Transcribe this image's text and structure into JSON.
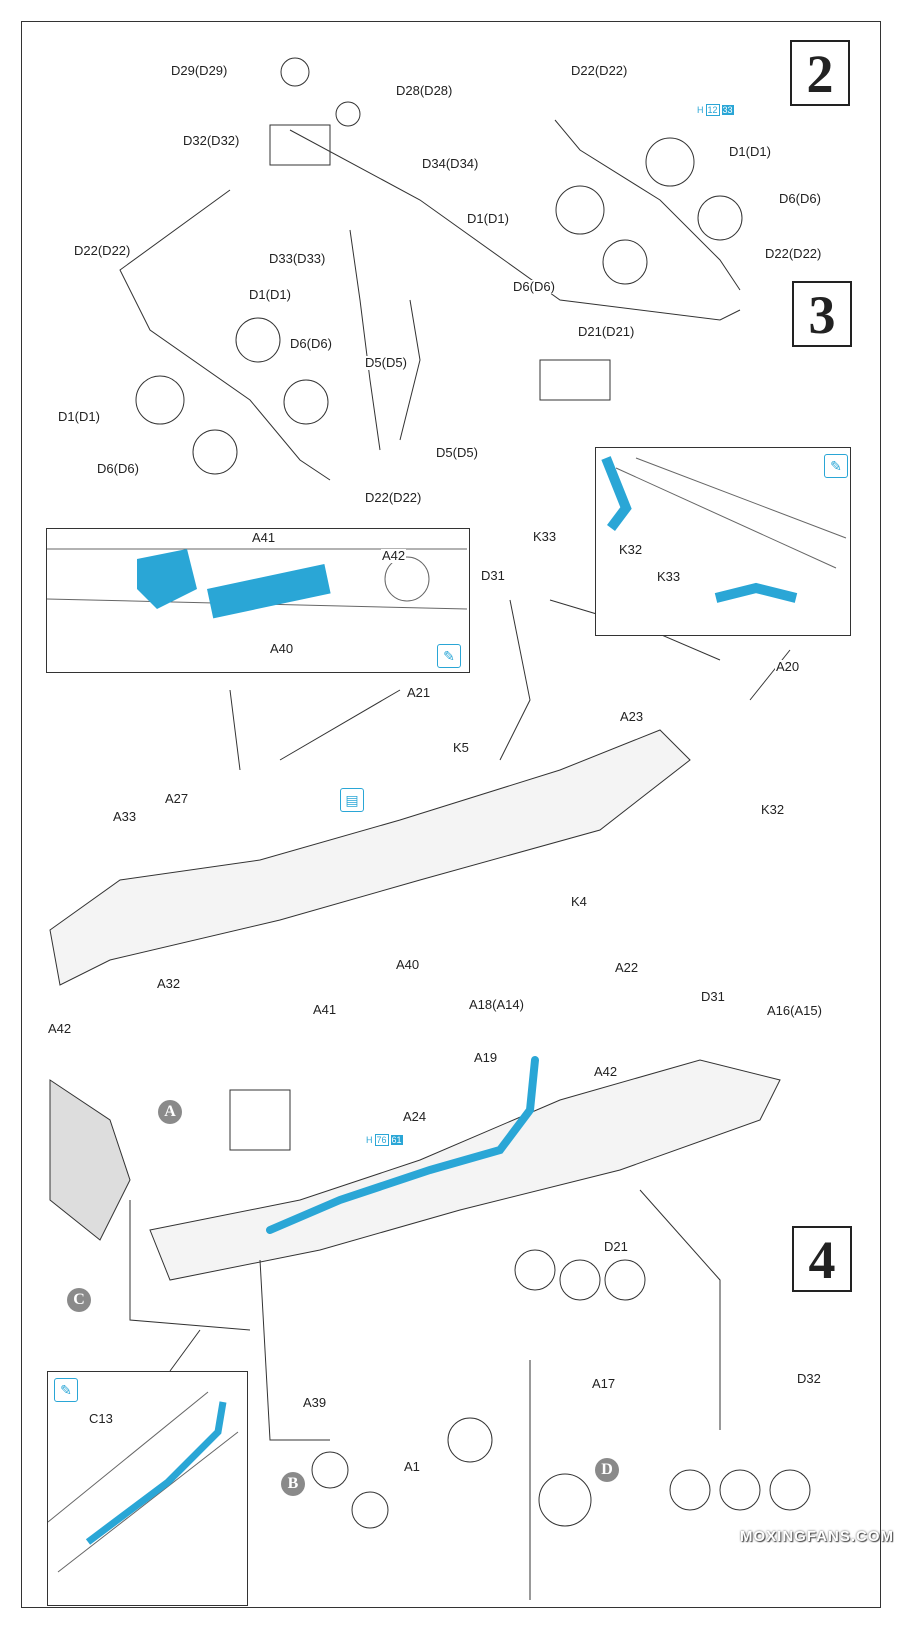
{
  "steps": {
    "s2": "2",
    "s3": "3",
    "s4": "4"
  },
  "step2": {
    "labels": [
      "D29(D29)",
      "D28(D28)",
      "D32(D32)",
      "D34(D34)",
      "D22(D22)",
      "D33(D33)",
      "D1(D1)",
      "D6(D6)",
      "D5(D5)",
      "D1(D1)",
      "D6(D6)",
      "D5(D5)",
      "D22(D22)"
    ]
  },
  "step2b": {
    "labels": [
      "D22(D22)",
      "D1(D1)",
      "D6(D6)",
      "D1(D1)",
      "D22(D22)",
      "D6(D6)",
      "D21(D21)"
    ],
    "paint_ref": {
      "h": "H",
      "n1": "12",
      "n2": "33"
    }
  },
  "step3": {
    "inset_engine": {
      "labels": [
        "A41",
        "A42",
        "A40"
      ]
    },
    "inset_rear": {
      "labels": [
        "K32",
        "K33"
      ]
    },
    "labels": [
      "K33",
      "D31",
      "A20",
      "A21",
      "A23",
      "K5",
      "A27",
      "K32",
      "A33",
      "K4",
      "A22",
      "D31",
      "A16(A15)",
      "A18(A14)",
      "A40",
      "A41",
      "A32",
      "A42"
    ]
  },
  "step4": {
    "labels": [
      "A19",
      "A42",
      "A24",
      "D21",
      "A39",
      "A17",
      "D32",
      "A1"
    ],
    "paint_ref": {
      "h": "H",
      "n1": "76",
      "n2": "61"
    },
    "inset_detail": {
      "labels": [
        "C13"
      ]
    },
    "callouts": [
      "A",
      "B",
      "C",
      "D"
    ]
  },
  "colors": {
    "highlight": "#2aa6d6",
    "line": "#333333",
    "callout": "#8a8a8a"
  },
  "watermark": "MOXINGFANS.COM"
}
